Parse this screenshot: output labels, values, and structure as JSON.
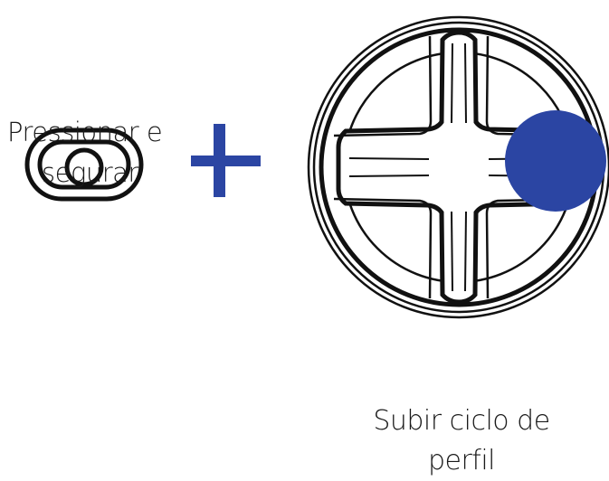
{
  "switch": {
    "label_line1": "Pressionar e",
    "label_line2": "segurar"
  },
  "dpad": {
    "caption_line1": "Subir ciclo de",
    "caption_line2": "perfil",
    "highlighted_direction": "right"
  },
  "colors": {
    "accent": "#2b45a3",
    "outline": "#111111",
    "background": "#ffffff"
  },
  "icons": [
    "slide-switch-icon",
    "plus-icon",
    "dpad-icon",
    "press-indicator-icon"
  ]
}
